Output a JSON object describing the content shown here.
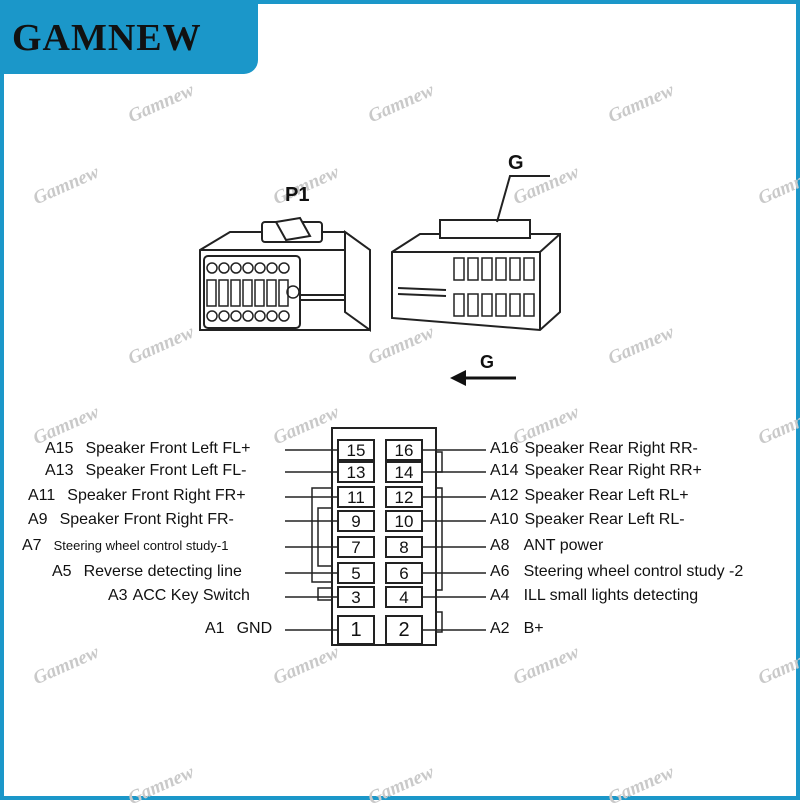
{
  "brand": {
    "name": "GAMNEW"
  },
  "watermark": {
    "text": "Gamnew"
  },
  "connectors": {
    "p1_label": "P1",
    "g_label": "G",
    "arrow_label": "G"
  },
  "pins": {
    "left": [
      {
        "pin": "A15",
        "desc": "Speaker Front Left FL+"
      },
      {
        "pin": "A13",
        "desc": "Speaker Front Left FL-"
      },
      {
        "pin": "A11",
        "desc": "Speaker Front Right FR+"
      },
      {
        "pin": "A9",
        "desc": "Speaker Front Right FR-"
      },
      {
        "pin": "A7",
        "desc": "Steering wheel control study-1"
      },
      {
        "pin": "A5",
        "desc": "Reverse detecting line"
      },
      {
        "pin": "A3",
        "desc": "ACC Key Switch"
      },
      {
        "pin": "A1",
        "desc": "GND"
      }
    ],
    "right": [
      {
        "pin": "A16",
        "desc": "Speaker Rear Right RR-"
      },
      {
        "pin": "A14",
        "desc": "Speaker Rear Right RR+"
      },
      {
        "pin": "A12",
        "desc": "Speaker Rear Left RL+"
      },
      {
        "pin": "A10",
        "desc": "Speaker Rear Left RL-"
      },
      {
        "pin": "A8",
        "desc": "ANT power"
      },
      {
        "pin": "A6",
        "desc": "Steering wheel control study -2"
      },
      {
        "pin": "A4",
        "desc": "ILL small lights detecting"
      },
      {
        "pin": "A2",
        "desc": "B+"
      }
    ],
    "numbers_left": [
      "15",
      "13",
      "11",
      "9",
      "7",
      "5",
      "3",
      "1"
    ],
    "numbers_right": [
      "16",
      "14",
      "12",
      "10",
      "8",
      "6",
      "4",
      "2"
    ]
  }
}
